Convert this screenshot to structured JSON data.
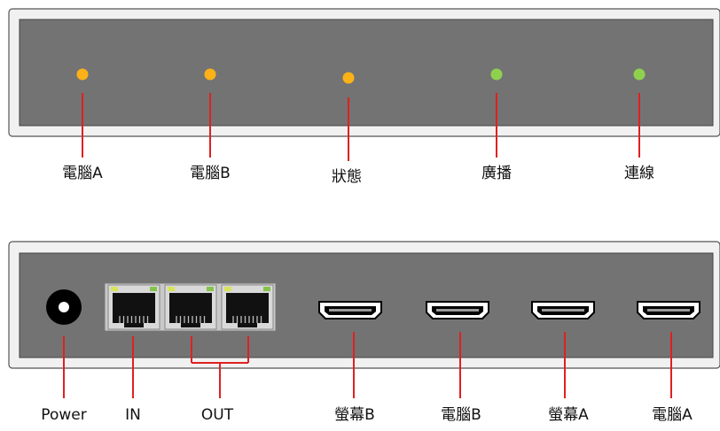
{
  "colors": {
    "led_amber": "#fbb117",
    "led_green": "#8fd14f",
    "callout_line": "#e02020",
    "panel_face": "#737373",
    "panel_frame": "#f1f1f1",
    "outline": "#555555"
  },
  "front_panel": {
    "indicators": [
      {
        "label": "電腦A",
        "color": "amber"
      },
      {
        "label": "電腦B",
        "color": "amber"
      },
      {
        "label": "狀態",
        "color": "amber"
      },
      {
        "label": "廣播",
        "color": "green"
      },
      {
        "label": "連線",
        "color": "green"
      }
    ]
  },
  "rear_panel": {
    "ports": [
      {
        "label": "Power",
        "type": "power-jack"
      },
      {
        "label": "IN",
        "type": "rj45"
      },
      {
        "label": "OUT",
        "type": "rj45"
      },
      {
        "label": "OUT",
        "type": "rj45"
      },
      {
        "label": "螢幕B",
        "type": "hdmi"
      },
      {
        "label": "電腦B",
        "type": "hdmi"
      },
      {
        "label": "螢幕A",
        "type": "hdmi"
      },
      {
        "label": "電腦A",
        "type": "hdmi"
      }
    ],
    "labels": {
      "power": "Power",
      "in": "IN",
      "out": "OUT",
      "hdmi_1": "螢幕B",
      "hdmi_2": "電腦B",
      "hdmi_3": "螢幕A",
      "hdmi_4": "電腦A"
    }
  }
}
